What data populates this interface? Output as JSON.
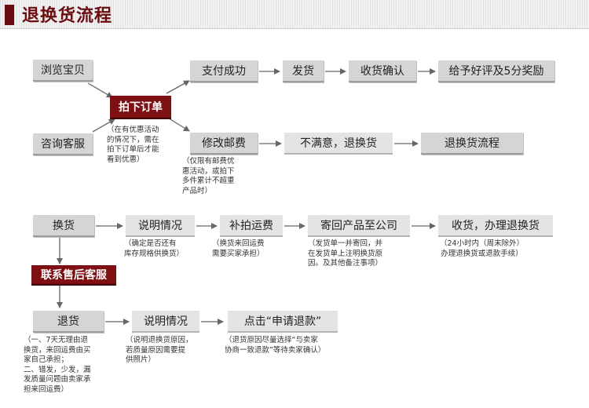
{
  "header": {
    "title": "退换货流程"
  },
  "nodes": {
    "browse": "浏览宝贝",
    "consult": "咨询客服",
    "order": "拍下订单",
    "paid": "支付成功",
    "ship": "发货",
    "confirm": "收货确认",
    "review": "给予好评及5分奖励",
    "modify": "修改邮费",
    "unsatisfied": "不满意，退换货",
    "flow": "退换货流程",
    "exchange": "换货",
    "explain1": "说明情况",
    "repay": "补拍运费",
    "sendback": "寄回产品至公司",
    "receive": "收货，办理退换货",
    "contact": "联系售后客服",
    "refund": "退货",
    "explain2": "说明情况",
    "apply": "点击“申请退款”"
  },
  "notes": {
    "promo": "（在有优惠活动\n的情况下，需在\n拍下订单后才能\n看到优惠）",
    "postage": "（仅限有邮费优\n惠活动，或拍下\n多件累计不超重\n产品时）",
    "stock": "（确定是否还有\n库存规格供换货）",
    "freight": "（换货来回运费\n需要买家承担）",
    "slip": "（发货单一并寄回，并\n在发货单上注明换货原\n因。及其他备注事项）",
    "hours": "（24小时内（周末除外）\n办理退换货或退款手续）",
    "rules": "（一、7天无理由退\n换货，来回运费由买\n家自己承担；\n二、错发，少发，漏\n发质量问题由卖家承\n担来回运费）",
    "reason": "（说明退换货原因，\n若质量原因需要提\n供照片）",
    "choose": "（退货原因尽量选择“与卖家\n协商一致退款”等待卖家确认）"
  }
}
